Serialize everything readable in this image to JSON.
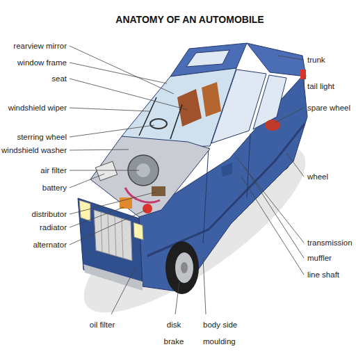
{
  "diagram": {
    "title": "ANATOMY OF AN AUTOMOBILE",
    "labels": [
      "rearview mirror",
      "window frame",
      "seat",
      "windshield wiper",
      "sterring wheel",
      "windshield washer",
      "air filter",
      "battery",
      "distributor",
      "radiator",
      "alternator",
      "trunk",
      "tail light",
      "spare wheel",
      "wheel",
      "transmission",
      "muffler",
      "line shaft",
      "oil filter",
      "disk brake",
      "body side moulding"
    ]
  }
}
